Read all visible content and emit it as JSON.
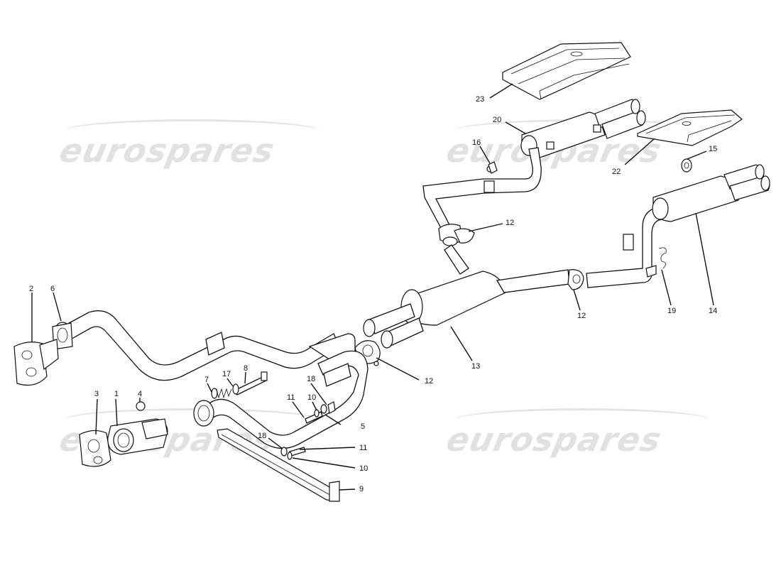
{
  "watermark": {
    "text": "eurospares"
  },
  "callouts": {
    "c1": "1",
    "c2": "2",
    "c3": "3",
    "c4": "4",
    "c5": "5",
    "c6": "6",
    "c7": "7",
    "c8": "8",
    "c9": "9",
    "c10a": "10",
    "c10b": "10",
    "c11a": "11",
    "c11b": "11",
    "c12a": "12",
    "c12b": "12",
    "c12c": "12",
    "c13": "13",
    "c14": "14",
    "c15": "15",
    "c16": "16",
    "c17": "17",
    "c18a": "18",
    "c18b": "18",
    "c19": "19",
    "c20": "20",
    "c22": "22",
    "c23": "23"
  }
}
